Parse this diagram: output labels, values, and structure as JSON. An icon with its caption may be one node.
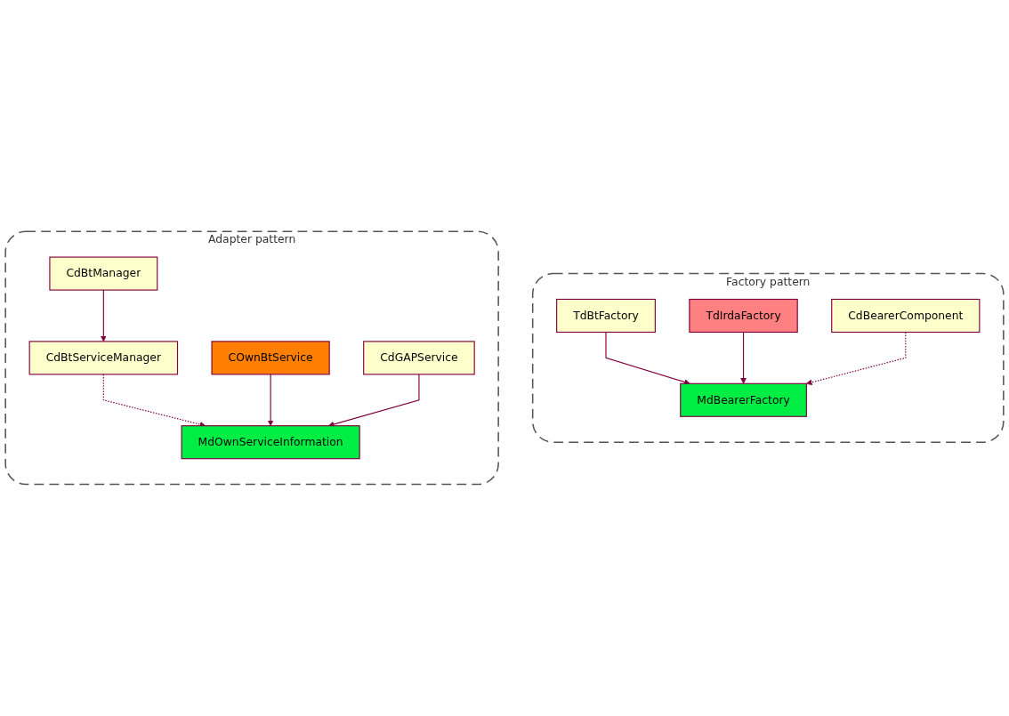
{
  "diagram": {
    "nodes": [
      {
        "text": [
          "Factory pattern"
        ]
      },
      {
        "text": [
          "MdBearerFactory"
        ],
        "in": 0
      },
      {
        "text": [
          "TdBtFactory"
        ],
        "in": 0
      },
      {
        "text": [
          "TdIrdaFactory"
        ],
        "in": 0
      },
      {
        "text": [
          "CdBearerComponent"
        ],
        "in": 0
      },
      {
        "text": [
          "Adapter pattern"
        ]
      },
      {
        "text": [
          "MdOwnServiceInformation"
        ],
        "in": 5
      },
      {
        "text": [
          "CdBtServiceManager"
        ],
        "in": 5
      },
      {
        "text": [
          "CdBtManager"
        ],
        "in": 5
      },
      {
        "text": [
          "COwnBtService"
        ],
        "in": 5
      },
      {
        "text": [
          "CdGAPService"
        ],
        "in": 5
      }
    ],
    "edges": [
      {
        "from": 2,
        "to": 1,
        "arrow": "to"
      },
      {
        "from": 3,
        "to": 1,
        "arrow": "to"
      },
      {
        "from": 4,
        "to": 1,
        "arrow": "to",
        "style": "dashed"
      },
      {
        "from": 7,
        "to": 6,
        "arrow": "to",
        "style": "dashed"
      },
      {
        "from": 8,
        "to": 7,
        "arrow": "to"
      },
      {
        "from": 9,
        "to": 6,
        "arrow": "to"
      },
      {
        "from": 10,
        "to": 6,
        "arrow": "to"
      }
    ]
  }
}
